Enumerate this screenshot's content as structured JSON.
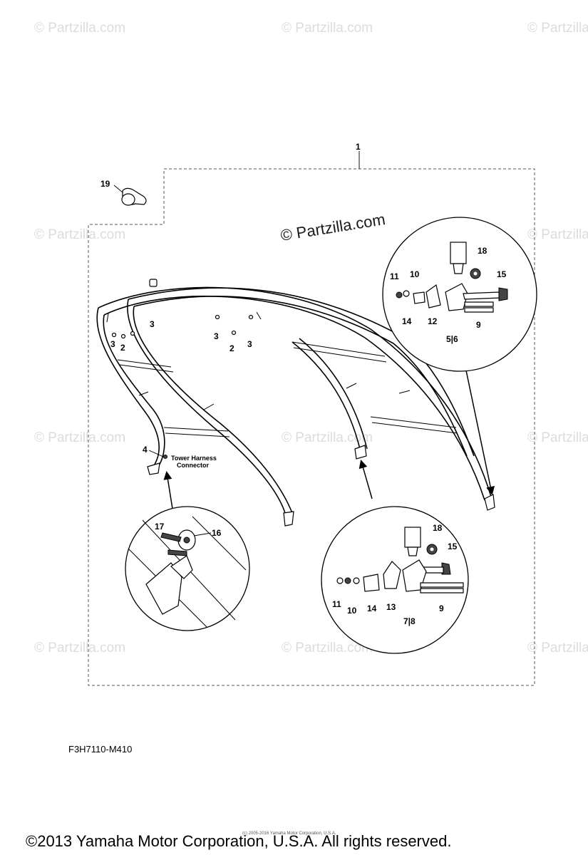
{
  "watermarks": {
    "repeat": "© Partzilla.com",
    "center": "© Partzilla.com"
  },
  "labels": {
    "assembly": "1",
    "cap": "19",
    "c1_18": "18",
    "c1_11": "11",
    "c1_10": "10",
    "c1_15": "15",
    "c1_14": "14",
    "c1_12": "12",
    "c1_56": "5|6",
    "c1_9": "9",
    "t_3a": "3",
    "t_3b": "3",
    "t_2a": "2",
    "t_3c": "3",
    "t_2b": "2",
    "t_3d": "3",
    "t_4": "4",
    "c2_17": "17",
    "c2_16": "16",
    "c3_18": "18",
    "c3_15": "15",
    "c3_11": "11",
    "c3_10": "10",
    "c3_14": "14",
    "c3_13": "13",
    "c3_78": "7|8",
    "c3_9": "9"
  },
  "note": {
    "line1": "Tower Harness",
    "line2": "Connector"
  },
  "diagram_code": "F3H7110-M410",
  "copyright": "©2013 Yamaha Motor Corporation, U.S.A. All rights reserved.",
  "small_copyright": "(c) 2005-2016 Yamaha Motor Corporation, U.S.A."
}
